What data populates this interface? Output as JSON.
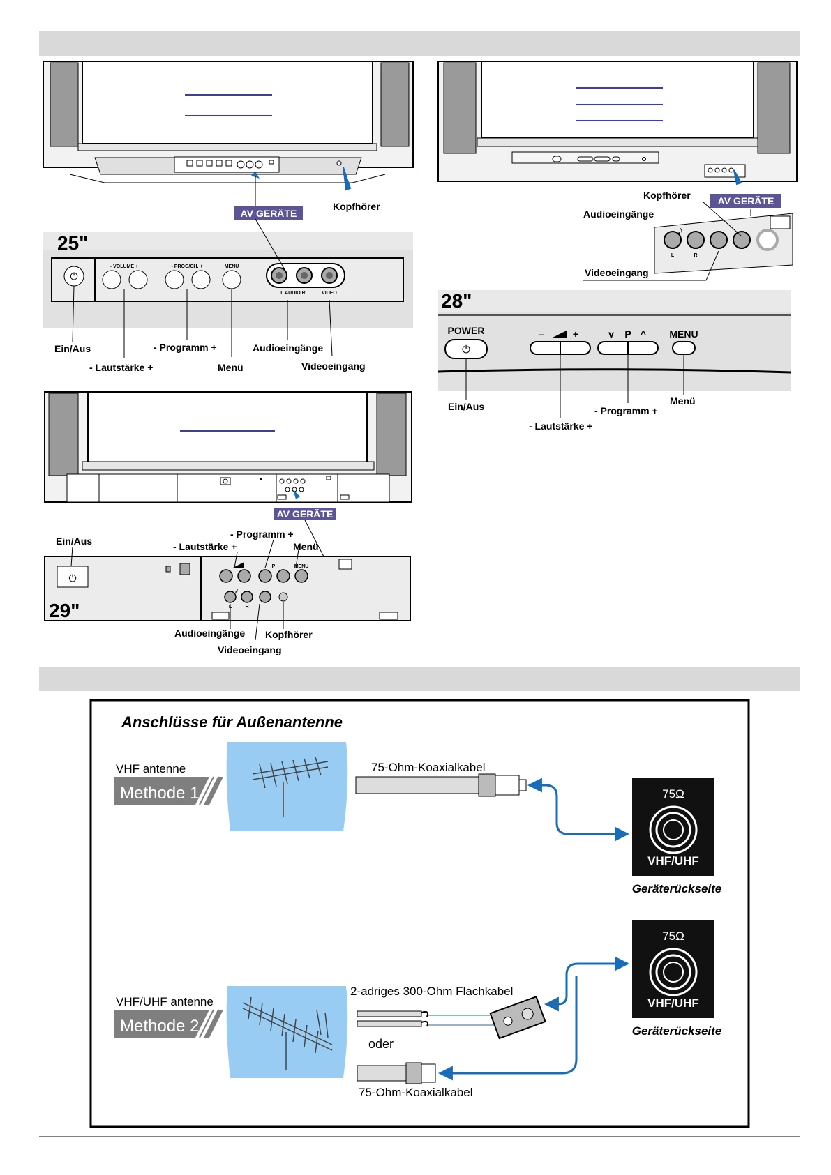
{
  "colors": {
    "band": "#d9d9d9",
    "av_bg": "#5b5596",
    "antenna_bg": "#99ccf2",
    "cable_blue": "#1a6db5",
    "screen_line": "#3b3bb8"
  },
  "tv25": {
    "size": "25\"",
    "av_label": "AV GERÄTE",
    "kopfhoerer": "Kopfhörer",
    "panel": {
      "volume": "- VOLUME +",
      "prog": "- PROG/CH. +",
      "menu": "MENU",
      "audio": "L   AUDIO  R",
      "video": "VIDEO"
    },
    "labels": {
      "ein_aus": "Ein/Aus",
      "lautstaerke": "- Lautstärke +",
      "programm": "- Programm +",
      "menue": "Menü",
      "audioeingaenge": "Audioeingänge",
      "videoeingang": "Videoeingang"
    }
  },
  "tv28": {
    "size": "28\"",
    "av_label": "AV GERÄTE",
    "kopfhoerer": "Kopfhörer",
    "audioeingaenge": "Audioeingänge",
    "videoeingang": "Videoeingang",
    "jack_labels": [
      "L",
      "R"
    ],
    "panel": {
      "power": "POWER",
      "p": "P",
      "menu": "MENU",
      "minus": "–",
      "plus": "+",
      "down": "v",
      "up": "^"
    },
    "labels": {
      "ein_aus": "Ein/Aus",
      "lautstaerke": "- Lautstärke +",
      "programm": "- Programm +",
      "menue": "Menü"
    }
  },
  "tv29": {
    "size": "29\"",
    "av_label": "AV GERÄTE",
    "panel": {
      "p": "P",
      "menu": "MENU",
      "l": "L",
      "r": "R"
    },
    "labels": {
      "programm": "- Programm +",
      "menue": "Menü",
      "ein_aus": "Ein/Aus",
      "lautstaerke": "- Lautstärke +",
      "audioeingaenge": "Audioeingänge",
      "kopfhoerer": "Kopfhörer",
      "videoeingang": "Videoeingang"
    }
  },
  "antenna": {
    "title": "Anschlüsse für Außenantenne",
    "method1": {
      "antenna_label": "VHF antenne",
      "method": "Methode 1",
      "cable": "75-Ohm-Koaxialkabel"
    },
    "method2": {
      "antenna_label": "VHF/UHF antenne",
      "method": "Methode 2",
      "flat_cable": "2-adriges 300-Ohm Flachkabel",
      "oder": "oder",
      "coax": "75-Ohm-Koaxialkabel"
    },
    "socket": {
      "ohm": "75Ω",
      "vhf_uhf": "VHF/UHF",
      "rueckseite": "Geräterückseite"
    }
  }
}
